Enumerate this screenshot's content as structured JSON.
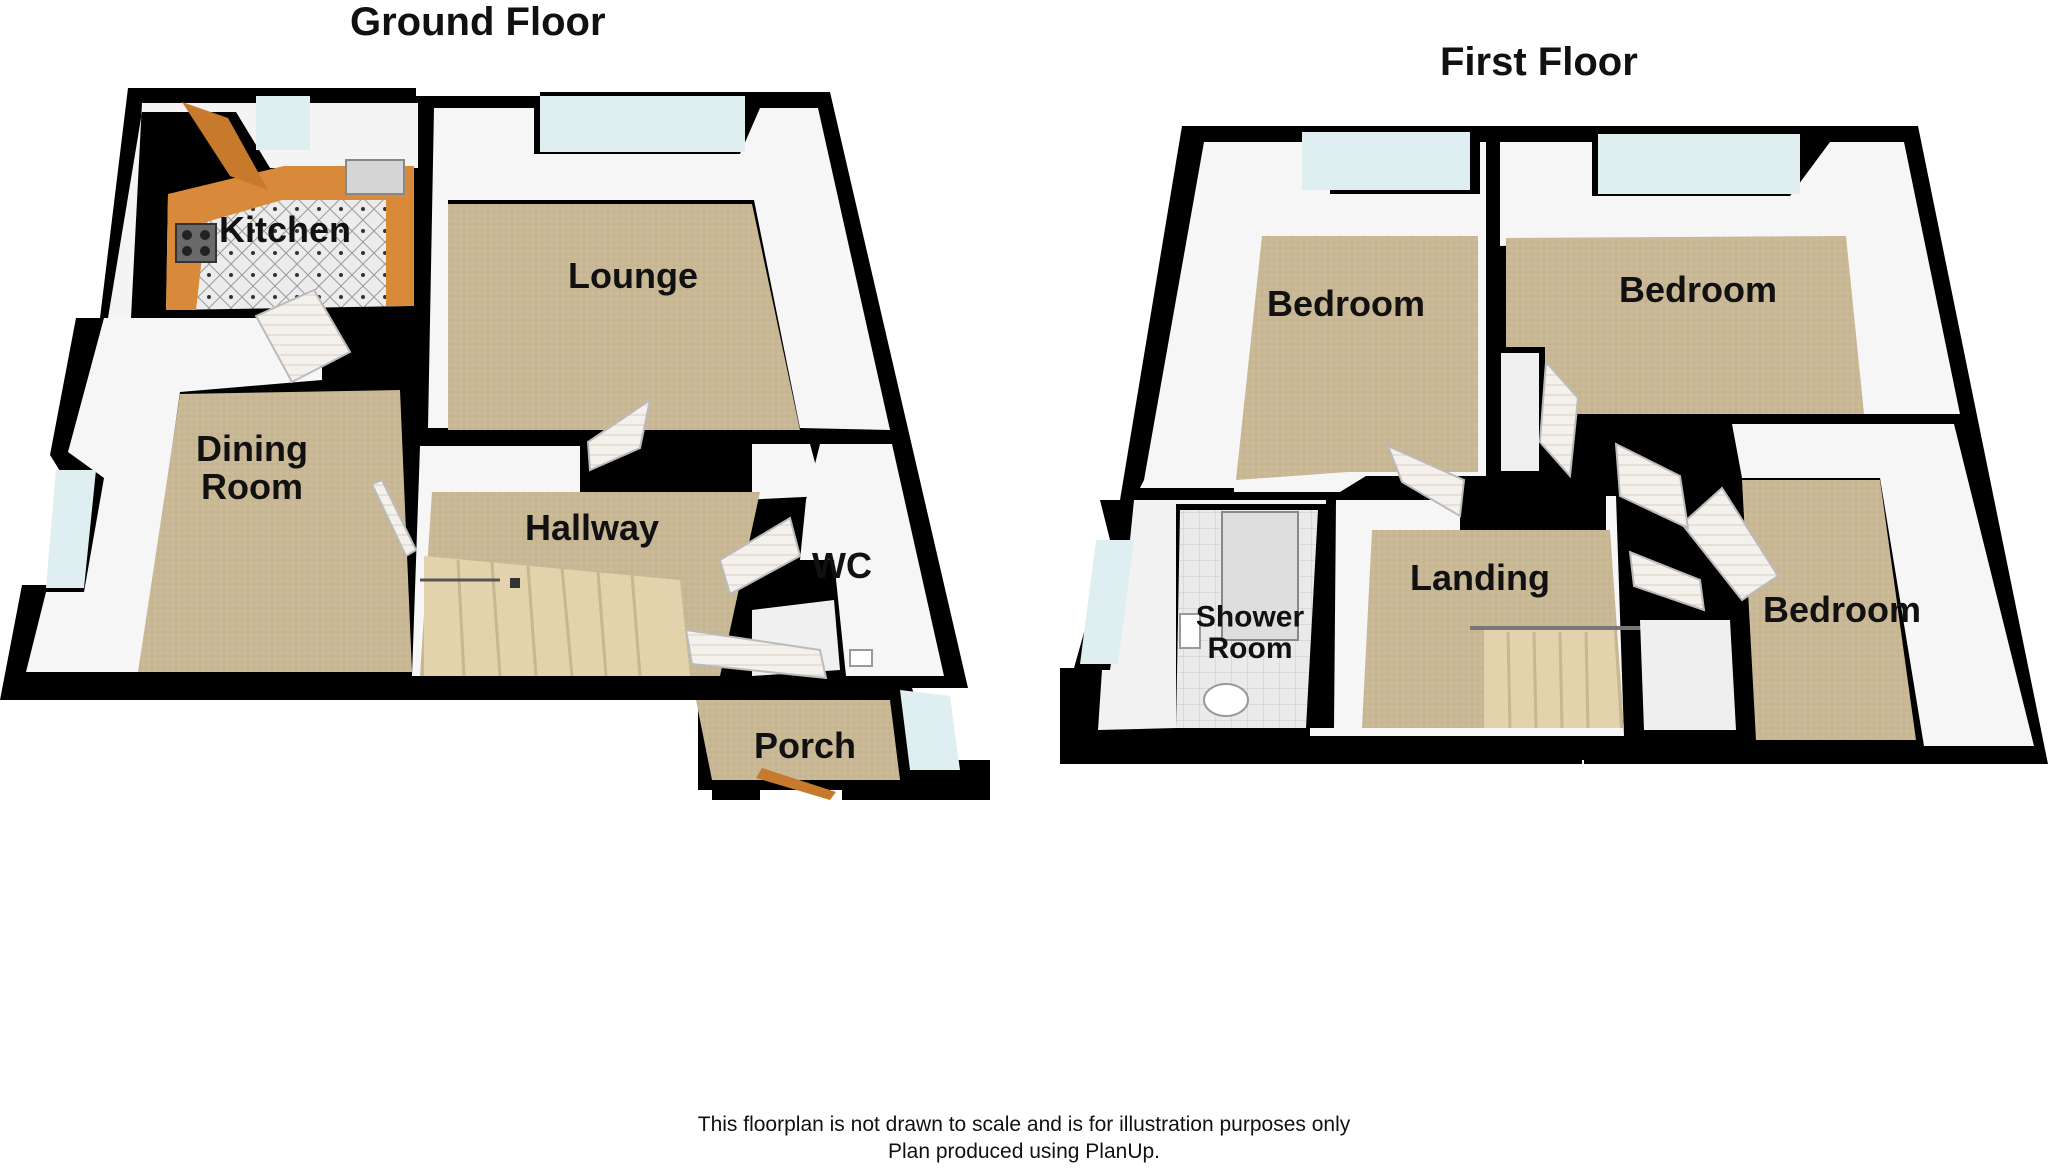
{
  "floors": [
    {
      "title": "Ground Floor",
      "rooms": [
        "Kitchen",
        "Lounge",
        "Dining Room",
        "Hallway",
        "WC",
        "Porch"
      ]
    },
    {
      "title": "First Floor",
      "rooms": [
        "Bedroom",
        "Bedroom",
        "Bedroom",
        "Landing",
        "Shower Room"
      ]
    }
  ],
  "footer": {
    "line1": "This floorplan is not drawn to scale and is for illustration purposes only",
    "line2": "Plan produced using PlanUp."
  },
  "colors": {
    "wall": "#000000",
    "wall_face": "#f6f6f6",
    "carpet": "#c9b895",
    "stairs": "#e2d3ac",
    "worktop": "#d8893a",
    "tile": "#e6e6e6",
    "window": "#dfeff1",
    "door": "#f4f1ec"
  }
}
